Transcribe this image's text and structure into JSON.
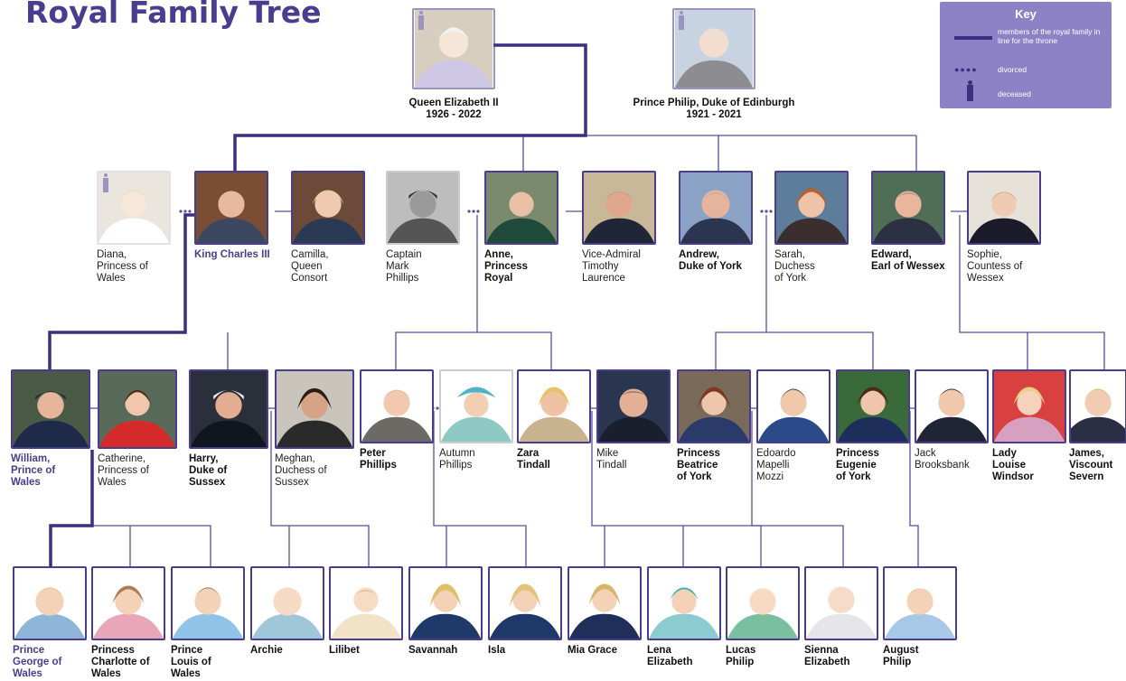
{
  "title": "Royal Family Tree",
  "key": {
    "title": "Key",
    "line_text": "members of the royal family in line for the throne",
    "divorced_text": "divorced",
    "deceased_text": "deceased"
  },
  "colors": {
    "accent": "#4a3d8f",
    "key_bg": "#8e82c7",
    "line": "#5b4f9a"
  },
  "people": {
    "elizabeth": {
      "name": "Queen Elizabeth II\n1926 - 2022",
      "deceased": true
    },
    "philip": {
      "name": "Prince Philip, Duke of Edinburgh\n1921 - 2021",
      "deceased": true
    },
    "diana": {
      "name": "Diana,\nPrincess of\nWales",
      "deceased": true
    },
    "charles": {
      "name": "King Charles III"
    },
    "camilla": {
      "name": "Camilla,\nQueen\nConsort"
    },
    "mark": {
      "name": "Captain\nMark\nPhillips"
    },
    "anne": {
      "name": "Anne,\nPrincess\nRoyal"
    },
    "timothy": {
      "name": "Vice-Admiral\nTimothy\nLaurence"
    },
    "andrew": {
      "name": "Andrew,\nDuke of York"
    },
    "sarah": {
      "name": "Sarah,\nDuchess\nof York"
    },
    "edward": {
      "name": "Edward,\nEarl of Wessex"
    },
    "sophie": {
      "name": "Sophie,\nCountess of\nWessex"
    },
    "william": {
      "name": "William,\nPrince of\nWales"
    },
    "catherine": {
      "name": "Catherine,\nPrincess of\nWales"
    },
    "harry": {
      "name": "Harry,\nDuke of\nSussex"
    },
    "meghan": {
      "name": "Meghan,\nDuchess of\nSussex"
    },
    "peter": {
      "name": "Peter\nPhillips"
    },
    "autumn": {
      "name": "Autumn\nPhillips"
    },
    "zara": {
      "name": "Zara\nTindall"
    },
    "mike": {
      "name": "Mike\nTindall"
    },
    "beatrice": {
      "name": "Princess\nBeatrice\nof York"
    },
    "edoardo": {
      "name": "Edoardo\nMapelli\nMozzi"
    },
    "eugenie": {
      "name": "Princess\nEugenie\nof York"
    },
    "jack": {
      "name": "Jack\nBrooksbank"
    },
    "louise": {
      "name": "Lady\nLouise\nWindsor"
    },
    "james": {
      "name": "James,\nViscount\nSevern"
    },
    "george": {
      "name": "Prince\nGeorge of\nWales"
    },
    "charlotte": {
      "name": "Princess\nCharlotte of\nWales"
    },
    "louis": {
      "name": "Prince\nLouis of\nWales"
    },
    "archie": {
      "name": "Archie"
    },
    "lilibet": {
      "name": "Lilibet"
    },
    "savannah": {
      "name": "Savannah"
    },
    "isla": {
      "name": "Isla"
    },
    "mia": {
      "name": "Mia Grace"
    },
    "lena": {
      "name": "Lena\nElizabeth"
    },
    "lucas": {
      "name": "Lucas\nPhilip"
    },
    "sienna": {
      "name": "Sienna\nElizabeth"
    },
    "august": {
      "name": "August\nPhilip"
    }
  }
}
